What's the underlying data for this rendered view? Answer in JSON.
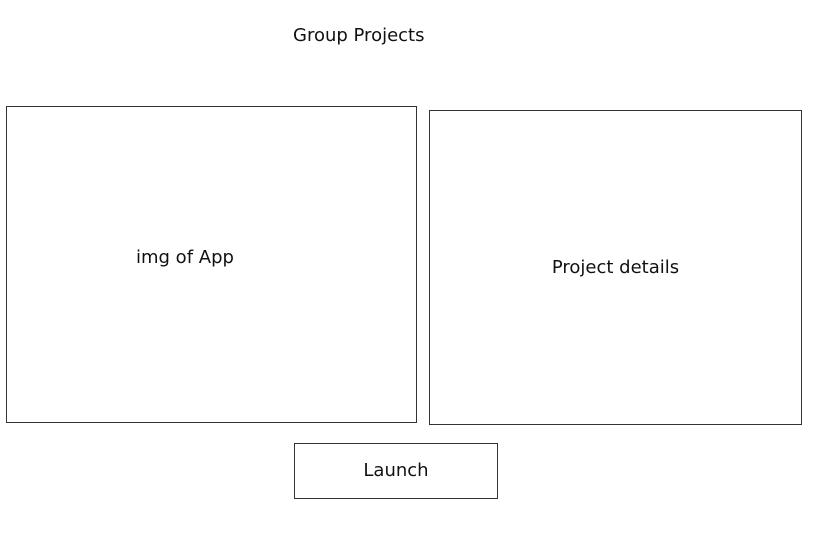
{
  "page": {
    "title": "Group Projects"
  },
  "app_image": {
    "label": "img of App"
  },
  "project_details": {
    "label": "Project details"
  },
  "launch": {
    "label": "Launch"
  },
  "colors": {
    "background": "#ffffff",
    "border": "#333333",
    "text": "#111111"
  }
}
